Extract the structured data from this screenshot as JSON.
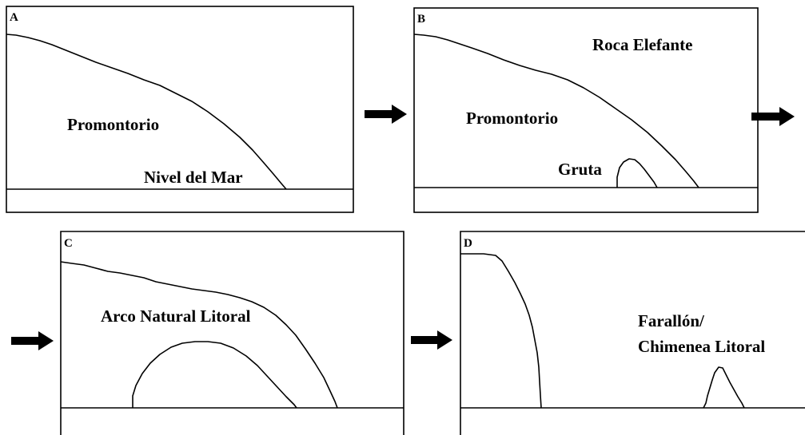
{
  "panels": {
    "a": {
      "letter": "A",
      "labels": {
        "promontory": "Promontorio",
        "sea_level": "Nivel del Mar"
      }
    },
    "b": {
      "letter": "B",
      "labels": {
        "rock": "Roca Elefante",
        "promontory": "Promontorio",
        "cave": "Gruta"
      }
    },
    "c": {
      "letter": "C",
      "labels": {
        "arch": "Arco Natural Litoral"
      }
    },
    "d": {
      "letter": "D",
      "labels": {
        "stack_line1": "Farallón/",
        "stack_line2": "Chimenea Litoral"
      }
    }
  },
  "arrows": [
    "arrow-a-to-b",
    "arrow-b-to-c",
    "arrow-before-c",
    "arrow-c-to-d"
  ],
  "colors": {
    "ink": "#000000",
    "background": "#ffffff"
  }
}
